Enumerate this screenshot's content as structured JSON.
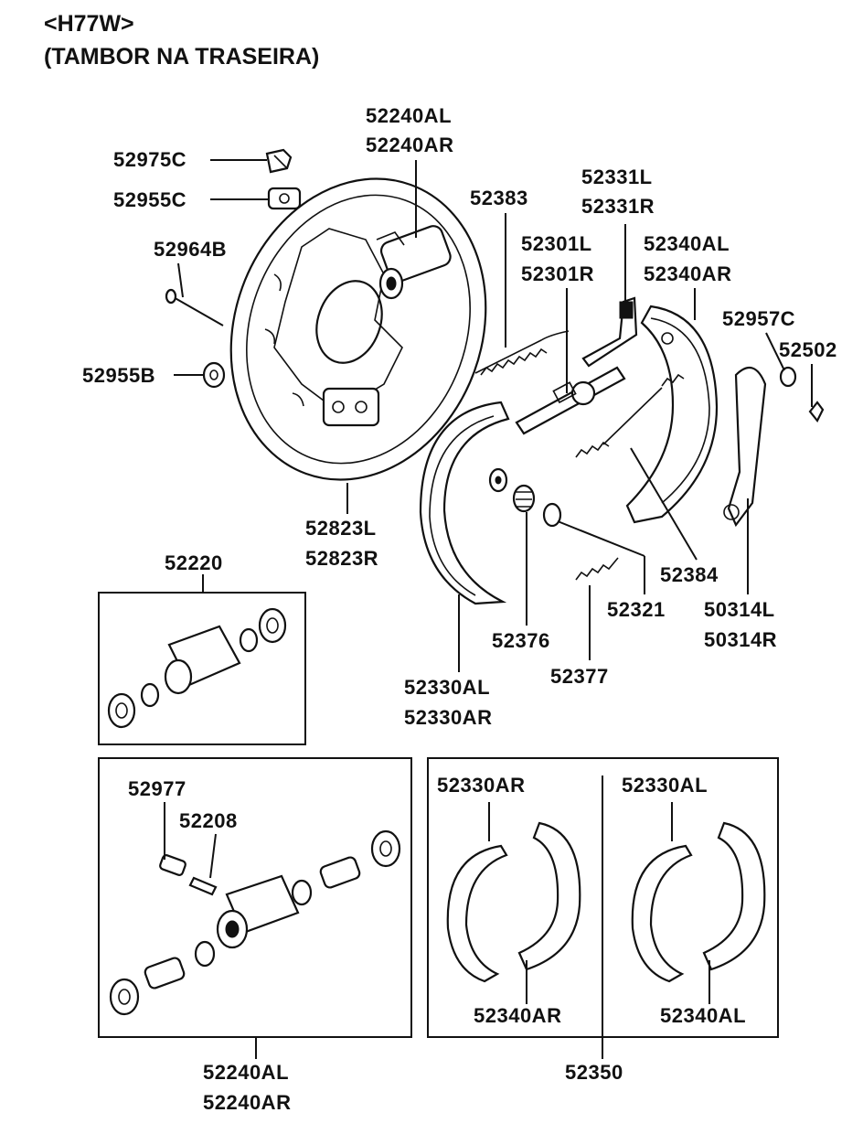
{
  "header": {
    "model": "<H77W>",
    "subtitle": "(TAMBOR NA TRASEIRA)"
  },
  "labels": {
    "p52240AL_top": "52240AL",
    "p52240AR_top": "52240AR",
    "p52975C": "52975C",
    "p52955C": "52955C",
    "p52964B": "52964B",
    "p52955B": "52955B",
    "p52383": "52383",
    "p52331L": "52331L",
    "p52331R": "52331R",
    "p52301L": "52301L",
    "p52301R": "52301R",
    "p52340AL": "52340AL",
    "p52340AR": "52340AR",
    "p52957C": "52957C",
    "p52502": "52502",
    "p52823L": "52823L",
    "p52823R": "52823R",
    "p52220": "52220",
    "p52384": "52384",
    "p52321": "52321",
    "p50314L": "50314L",
    "p50314R": "50314R",
    "p52376": "52376",
    "p52377": "52377",
    "p52330AL": "52330AL",
    "p52330AR": "52330AR",
    "p52977": "52977",
    "p52208": "52208",
    "p52240AL_bot": "52240AL",
    "p52240AR_bot": "52240AR",
    "kit_left_shoe": "52330AR",
    "kit_left_shoe2": "52340AR",
    "kit_right_shoe": "52330AL",
    "kit_right_shoe2": "52340AL",
    "p52350": "52350"
  }
}
